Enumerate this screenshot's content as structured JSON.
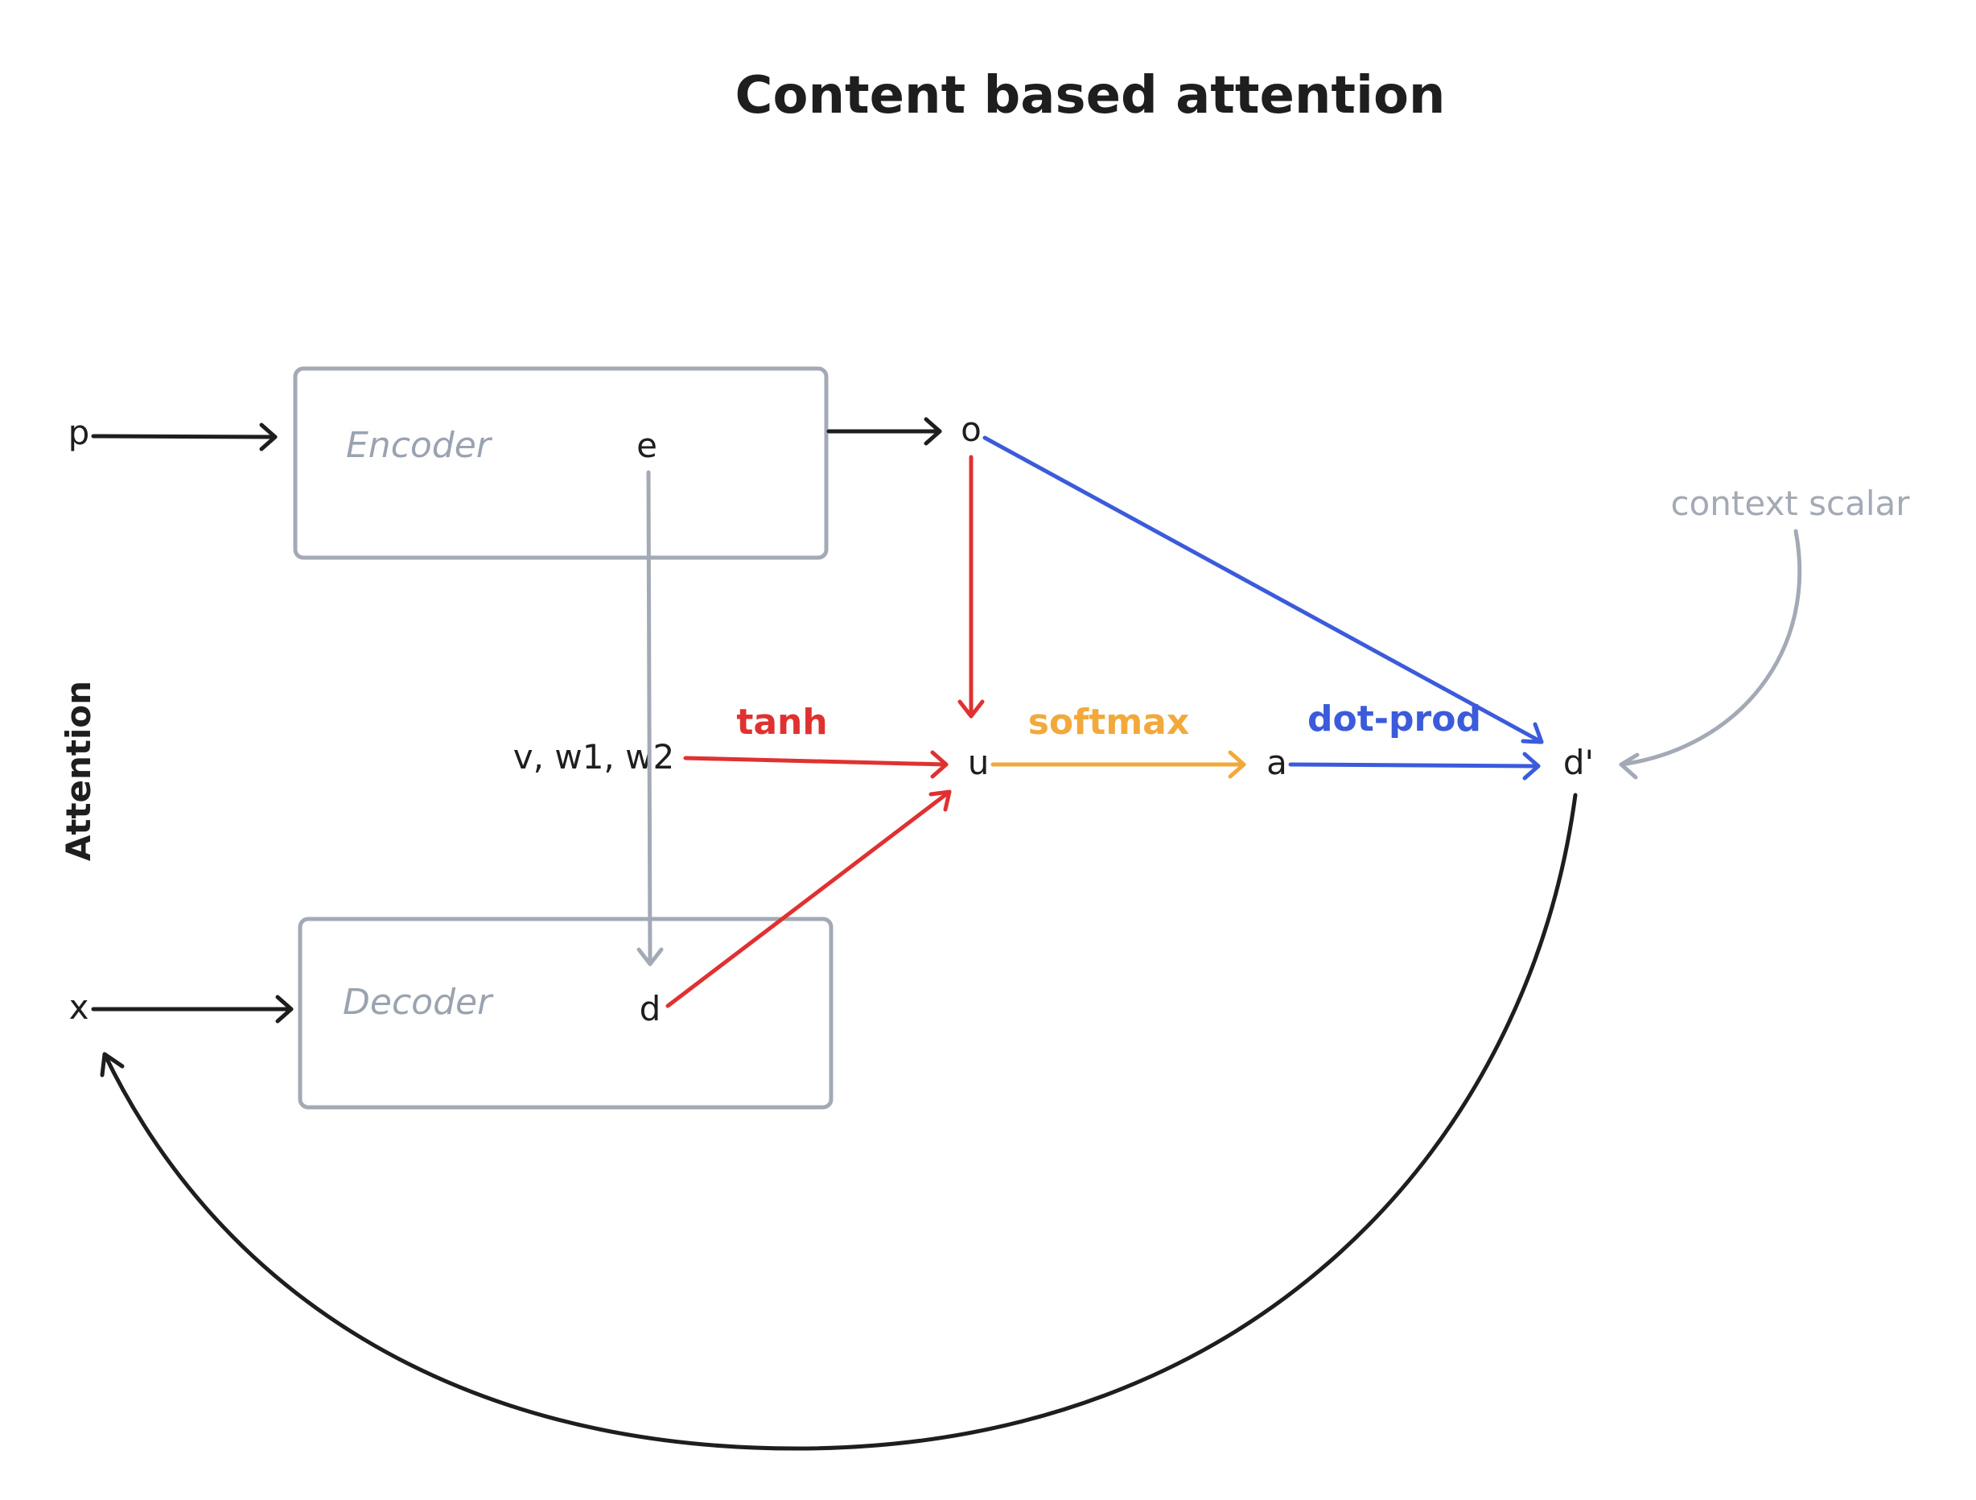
{
  "title": "Content based attention",
  "side_label": "Attention",
  "boxes": {
    "encoder": "Encoder",
    "decoder": "Decoder"
  },
  "nodes": {
    "p": "p",
    "x": "x",
    "e": "e",
    "d": "d",
    "o": "o",
    "params": "v, w1, w2",
    "u": "u",
    "a": "a",
    "d_prime": "d'",
    "context_scalar": "context scalar"
  },
  "edge_labels": {
    "tanh": "tanh",
    "softmax": "softmax",
    "dot_prod": "dot-prod"
  },
  "colors": {
    "black": "#1e1e1e",
    "gray": "#a3aab5",
    "red": "#e03131",
    "orange": "#f2a93b",
    "blue": "#3b5bdb"
  }
}
